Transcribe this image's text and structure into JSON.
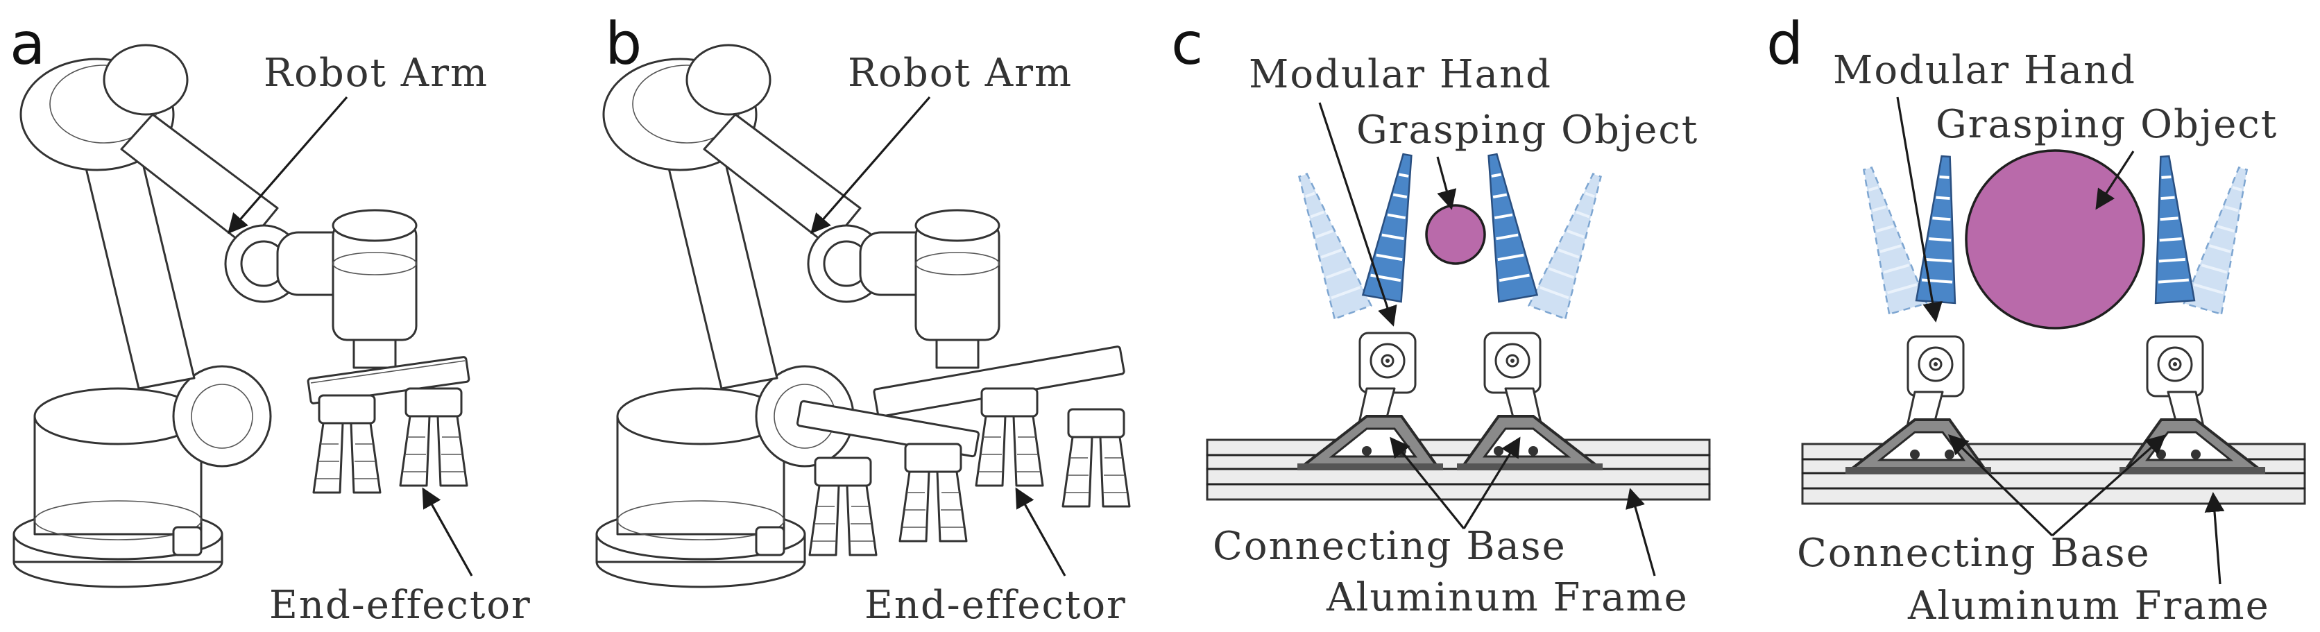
{
  "panels": [
    {
      "letter": "a",
      "labels": {
        "robot_arm": "Robot Arm",
        "end_effector": "End-effector"
      }
    },
    {
      "letter": "b",
      "labels": {
        "robot_arm": "Robot Arm",
        "end_effector": "End-effector"
      }
    },
    {
      "letter": "c",
      "labels": {
        "modular_hand": "Modular Hand",
        "grasping_object": "Grasping Object",
        "connecting_base": "Connecting Base",
        "aluminum_frame": "Aluminum Frame"
      }
    },
    {
      "letter": "d",
      "labels": {
        "modular_hand": "Modular Hand",
        "grasping_object": "Grasping Object",
        "connecting_base": "Connecting Base",
        "aluminum_frame": "Aluminum Frame"
      }
    }
  ],
  "colors": {
    "finger": "#4a86c8",
    "finger_ghost": "#cfe0f3",
    "object": "#b96aaa",
    "base": "#8a8a8a"
  }
}
